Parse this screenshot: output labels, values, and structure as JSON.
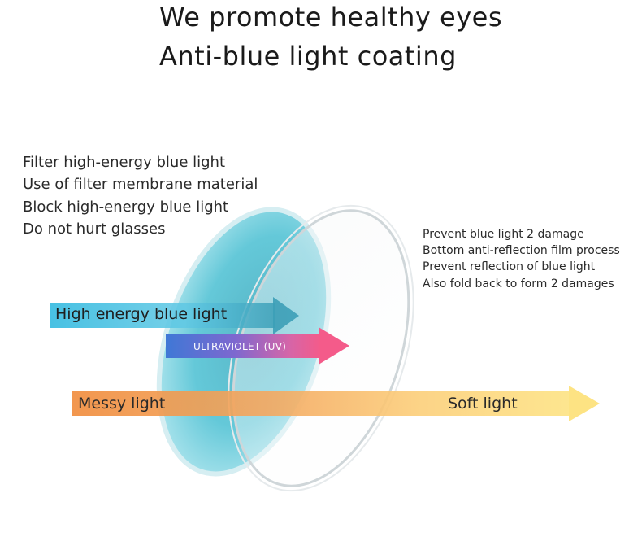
{
  "header": {
    "line1": "We promote healthy eyes",
    "line2": "Anti-blue light coating"
  },
  "left_features": [
    "Filter high-energy blue light",
    "Use of filter membrane material",
    "Block high-energy blue light",
    "Do not hurt glasses"
  ],
  "right_features": [
    "Prevent blue light 2 damage",
    "Bottom anti-reflection film process",
    "Prevent reflection of blue light",
    "Also fold back to form 2 damages"
  ],
  "arrows": {
    "high_energy": "High energy blue light",
    "uv": "ULTRAVIOLET (UV)",
    "messy": "Messy light",
    "soft": "Soft light"
  },
  "colors": {
    "blue_lens": "#2fb3c8",
    "high_energy_arrow": "#1fb0d6",
    "uv_start": "#4d78d8",
    "uv_end": "#f25c8f",
    "messy_start": "#f08a3a",
    "soft_end": "#fde27a"
  }
}
